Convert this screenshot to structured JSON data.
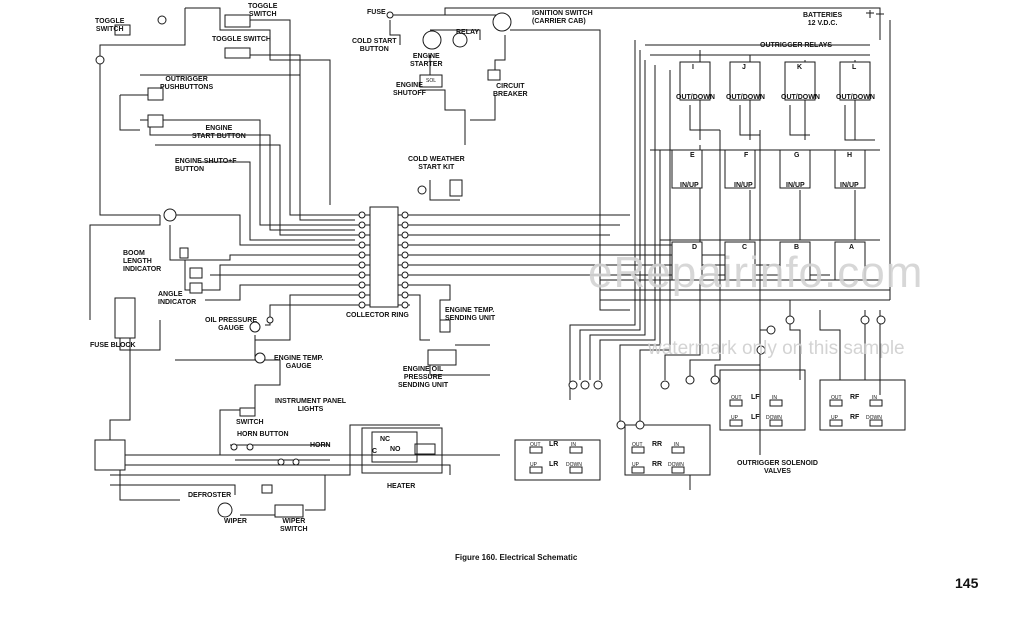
{
  "labels": {
    "toggle_switch_1": "TOGGLE\nSWITCH",
    "toggle_switch_2": "TOGGLE\nSWITCH",
    "toggle_switch_3": "TOGGLE SWITCH",
    "outrigger_pushbuttons": "OUTRIGGER\nPUSHBUTTONS",
    "engine_start_button": "ENGINE\nSTART BUTTON",
    "engine_shutoff_button": "ENGINE SHUTO+F\nBUTTON",
    "boom_length_indicator": "BOOM\nLENGTH\nINDICATOR",
    "angle_indicator": "ANGLE\nINDICATOR",
    "fuse_block": "FUSE BLOCK",
    "oil_pressure_gauge": "OIL PRESSURE\nGAUGE",
    "engine_temp_gauge": "ENGINE TEMP.\nGAUGE",
    "instrument_panel_lights": "INSTRUMENT PANEL\nLIGHTS",
    "switch": "SWITCH",
    "horn_button": "HORN BUTTON",
    "horn": "HORN",
    "defroster": "DEFROSTER",
    "wiper": "WIPER",
    "wiper_switch": "WIPER\nSWITCH",
    "heater": "HEATER",
    "fuse": "FUSE",
    "cold_start_button": "COLD START\nBUTTON",
    "engine_starter": "ENGINE\nSTARTER",
    "relay": "RELAY",
    "engine_shutoff": "ENGINE\nSHUTOFF",
    "sol": "SOL",
    "ignition_switch": "IGNITION SWITCH\n(CARRIER CAB)",
    "circuit_breaker": "CIRCUIT\nBREAKER",
    "cold_weather_start_kit": "COLD WEATHER\nSTART KIT",
    "collector_ring": "COLLECTOR RING",
    "engine_temp_sending_unit": "ENGINE TEMP.\nSENDING UNIT",
    "engine_oil_pressure_sending_unit": "ENGINE OIL\nPRESSURE\nSENDING UNIT",
    "batteries": "BATTERIES\n12 V.D.C.",
    "outrigger_relays": "OUTRIGGER RELAYS",
    "outrigger_solenoid_valves": "OUTRIGGER SOLENOID\nVALVES",
    "nc": "NC",
    "c": "C",
    "no": "NO"
  },
  "relays": [
    {
      "letter": "I",
      "label": "OUT/DOWN"
    },
    {
      "letter": "J",
      "label": "OUT/DOWN"
    },
    {
      "letter": "K",
      "label": "OUT/DOWN"
    },
    {
      "letter": "L",
      "label": "OUT/DOWN"
    },
    {
      "letter": "E",
      "label": "IN/UP"
    },
    {
      "letter": "F",
      "label": "IN/UP"
    },
    {
      "letter": "G",
      "label": "IN/UP"
    },
    {
      "letter": "H",
      "label": "IN/UP"
    },
    {
      "letter": "D",
      "label": ""
    },
    {
      "letter": "C",
      "label": ""
    },
    {
      "letter": "B",
      "label": ""
    },
    {
      "letter": "A",
      "label": ""
    }
  ],
  "valves": [
    {
      "name": "LR",
      "out": "OUT",
      "in": "IN",
      "up": "UP",
      "down": "DOWN"
    },
    {
      "name": "RR",
      "out": "OUT",
      "in": "IN",
      "up": "UP",
      "down": "DOWN"
    },
    {
      "name": "LF",
      "out": "OUT",
      "in": "IN",
      "up": "UP",
      "down": "DOWN"
    },
    {
      "name": "RF",
      "out": "OUT",
      "in": "IN",
      "up": "UP",
      "down": "DOWN"
    }
  ],
  "caption": "Figure 160.  Electrical Schematic",
  "page_number": "145",
  "watermark": "eRepairinfo.com",
  "watermark_note": "watermark only on this sample"
}
